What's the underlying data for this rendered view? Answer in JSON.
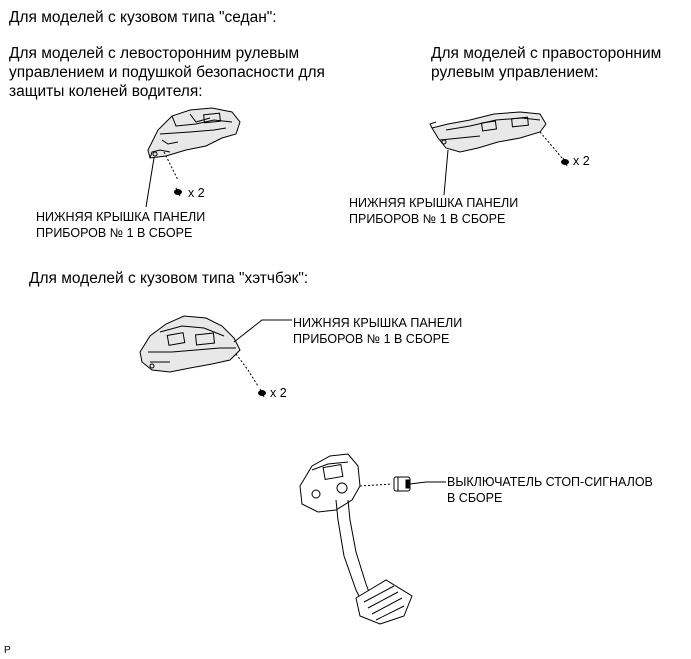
{
  "headings": {
    "sedan": "Для моделей с кузовом типа \"седан\":",
    "left_hand": "Для моделей с левосторонним рулевым\nуправлением и подушкой безопасности для\nзащиты коленей водителя:",
    "right_hand": "Для моделей с правосторонним\nрулевым управлением:",
    "hatchback": "Для моделей с кузовом типа \"хэтчбэк\":"
  },
  "parts": {
    "cover_lhd": "НИЖНЯЯ КРЫШКА ПАНЕЛИ\nПРИБОРОВ № 1 В СБОРЕ",
    "cover_rhd": "НИЖНЯЯ КРЫШКА ПАНЕЛИ\nПРИБОРОВ № 1 В СБОРЕ",
    "cover_hatch": "НИЖНЯЯ КРЫШКА ПАНЕЛИ\nПРИБОРОВ № 1 В СБОРЕ",
    "stop_switch": "ВЫКЛЮЧАТЕЛЬ СТОП-СИГНАЛОВ\nВ СБОРЕ"
  },
  "quantities": {
    "lhd_clips": "x 2",
    "rhd_clips": "x 2",
    "hatch_clips": "x 2"
  },
  "footer": {
    "mark": "P"
  }
}
